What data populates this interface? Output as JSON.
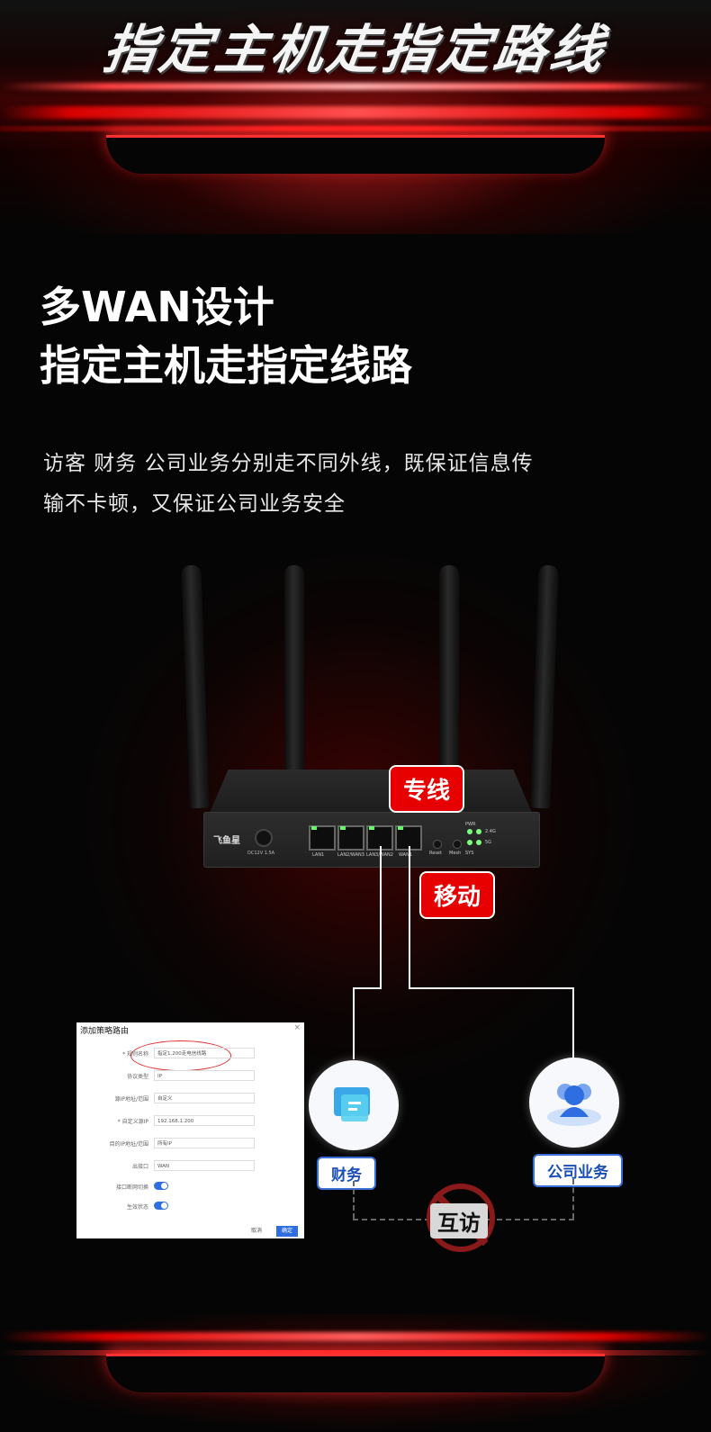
{
  "header": {
    "title": "指定主机走指定路线"
  },
  "intro": {
    "heading_line1": "多WAN设计",
    "heading_line2": "指定主机走指定线路",
    "desc_line1": "访客 财务 公司业务分别走不同外线，既保证信息传",
    "desc_line2": "输不卡顿，又保证公司业务安全"
  },
  "router": {
    "brand": "飞鱼星",
    "dc_label": "DC12V 1.5A",
    "ports": [
      "LAN1",
      "LAN2/WAN3",
      "LAN3/WAN2",
      "WAN1"
    ],
    "buttons": [
      "Reset",
      "Mesh"
    ],
    "leds": [
      "PWR",
      "2.4G",
      "5G",
      "SYS"
    ]
  },
  "callouts": {
    "dedicated": "专线",
    "mobile": "移动"
  },
  "nodes": {
    "finance": "财务",
    "business": "公司业务"
  },
  "no_access": "互访",
  "dialog": {
    "title": "添加策略路由",
    "rows": [
      {
        "label": "* 规则名称",
        "value": "指定1.200走电信线路"
      },
      {
        "label": "协议类型",
        "value": "IP"
      },
      {
        "label": "源IP地址/范围",
        "value": "自定义"
      },
      {
        "label": "* 自定义源IP",
        "value": "192.168.1.200"
      },
      {
        "label": "目的IP地址/范围",
        "value": "所有IP"
      },
      {
        "label": "出接口",
        "value": "WAN"
      },
      {
        "label": "接口断网切换",
        "value": ""
      },
      {
        "label": "生效状态",
        "value": ""
      }
    ],
    "cancel": "取消",
    "ok": "确定"
  },
  "colors": {
    "accent_red": "#e60000",
    "toggle_blue": "#2f6ee0"
  }
}
